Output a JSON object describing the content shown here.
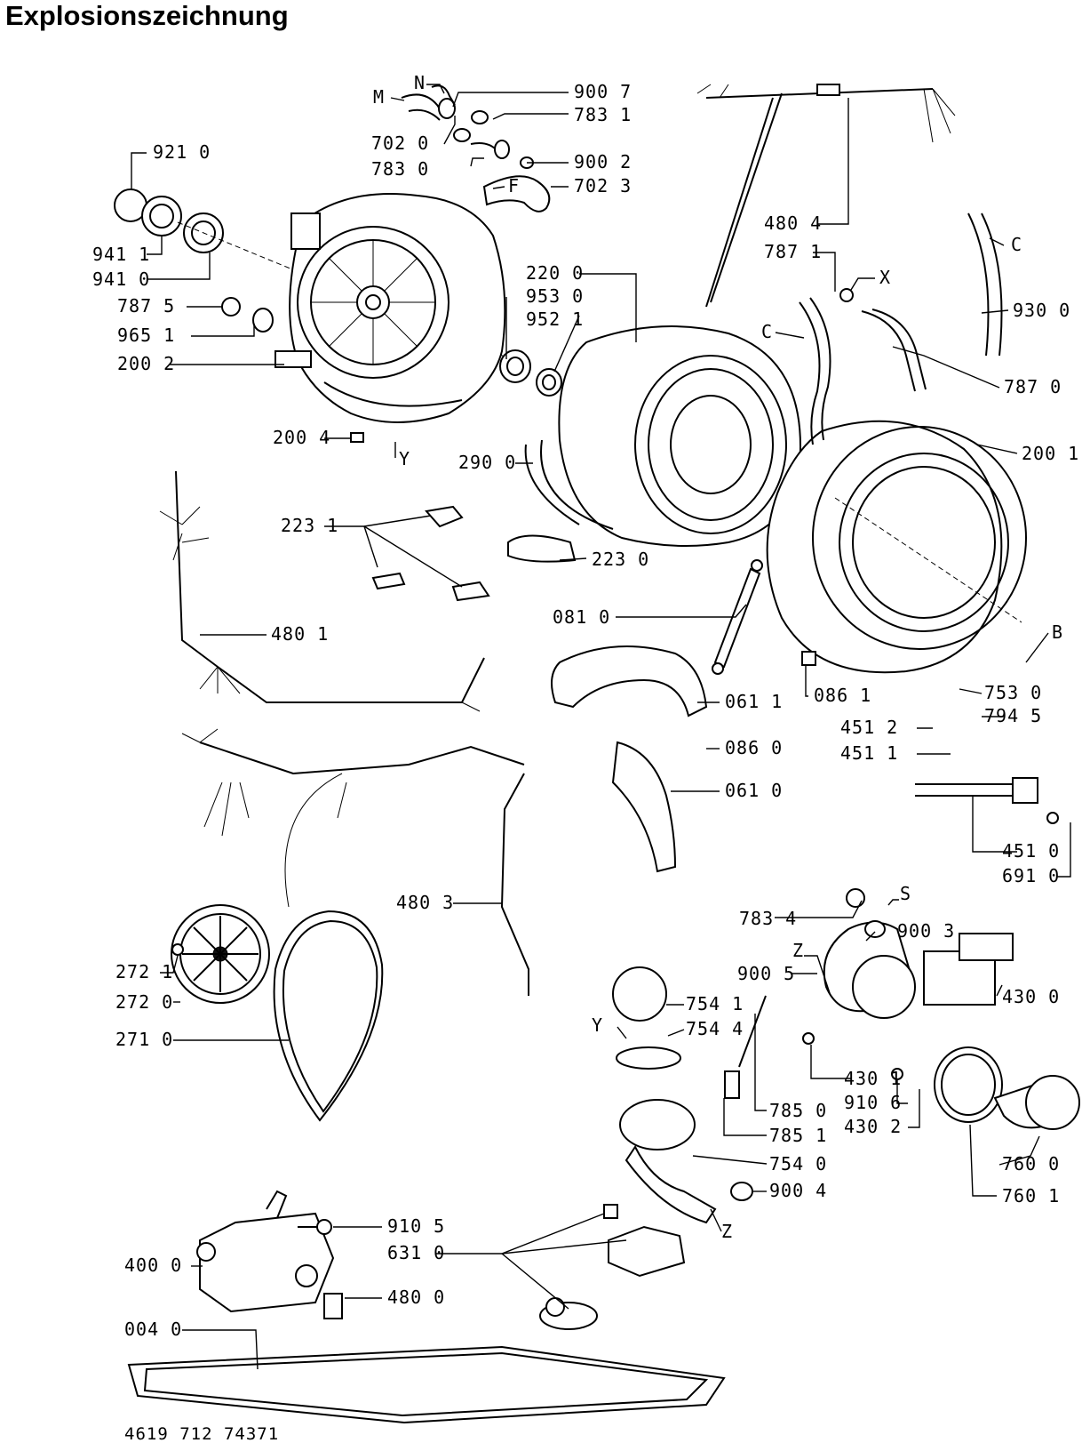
{
  "title": "Explosionszeichnung",
  "footer": "4619 712 74371",
  "callouts": [
    {
      "id": "N",
      "text": "N"
    },
    {
      "id": "M",
      "text": "M"
    },
    {
      "id": "9007",
      "text": "900 7"
    },
    {
      "id": "7831",
      "text": "783 1"
    },
    {
      "id": "7020",
      "text": "702 0"
    },
    {
      "id": "9002",
      "text": "900 2"
    },
    {
      "id": "7830",
      "text": "783 0"
    },
    {
      "id": "F",
      "text": "F"
    },
    {
      "id": "7023",
      "text": "702 3"
    },
    {
      "id": "9210",
      "text": "921 0"
    },
    {
      "id": "9411",
      "text": "941 1"
    },
    {
      "id": "9410",
      "text": "941 0"
    },
    {
      "id": "7875",
      "text": "787 5"
    },
    {
      "id": "9651",
      "text": "965 1"
    },
    {
      "id": "2002",
      "text": "200 2"
    },
    {
      "id": "2004",
      "text": "200 4"
    },
    {
      "id": "Y1",
      "text": "Y"
    },
    {
      "id": "2200",
      "text": "220 0"
    },
    {
      "id": "9530",
      "text": "953 0"
    },
    {
      "id": "9521",
      "text": "952 1"
    },
    {
      "id": "2900",
      "text": "290 0"
    },
    {
      "id": "4804",
      "text": "480 4"
    },
    {
      "id": "7871",
      "text": "787 1"
    },
    {
      "id": "X",
      "text": "X"
    },
    {
      "id": "C1",
      "text": "C"
    },
    {
      "id": "C2",
      "text": "C"
    },
    {
      "id": "9300",
      "text": "930 0"
    },
    {
      "id": "7870",
      "text": "787 0"
    },
    {
      "id": "2001",
      "text": "200 1"
    },
    {
      "id": "2231",
      "text": "223 1"
    },
    {
      "id": "2230",
      "text": "223 0"
    },
    {
      "id": "4801",
      "text": "480 1"
    },
    {
      "id": "0810",
      "text": "081 0"
    },
    {
      "id": "0611",
      "text": "061 1"
    },
    {
      "id": "0861",
      "text": "086 1"
    },
    {
      "id": "B",
      "text": "B"
    },
    {
      "id": "7530",
      "text": "753 0"
    },
    {
      "id": "4512",
      "text": "451 2"
    },
    {
      "id": "7945",
      "text": "794 5"
    },
    {
      "id": "0860",
      "text": "086 0"
    },
    {
      "id": "4511",
      "text": "451 1"
    },
    {
      "id": "0610",
      "text": "061 0"
    },
    {
      "id": "4510",
      "text": "451 0"
    },
    {
      "id": "6910",
      "text": "691 0"
    },
    {
      "id": "4803",
      "text": "480 3"
    },
    {
      "id": "S",
      "text": "S"
    },
    {
      "id": "7834",
      "text": "783 4"
    },
    {
      "id": "9003",
      "text": "900 3"
    },
    {
      "id": "Z1",
      "text": "Z"
    },
    {
      "id": "9005",
      "text": "900 5"
    },
    {
      "id": "4300",
      "text": "430 0"
    },
    {
      "id": "2721",
      "text": "272 1"
    },
    {
      "id": "2720",
      "text": "272 0"
    },
    {
      "id": "7541",
      "text": "754 1"
    },
    {
      "id": "Y2",
      "text": "Y"
    },
    {
      "id": "7544",
      "text": "754 4"
    },
    {
      "id": "2710",
      "text": "271 0"
    },
    {
      "id": "4301",
      "text": "430 1"
    },
    {
      "id": "9106",
      "text": "910 6"
    },
    {
      "id": "4302",
      "text": "430 2"
    },
    {
      "id": "7850",
      "text": "785 0"
    },
    {
      "id": "7851",
      "text": "785 1"
    },
    {
      "id": "7540",
      "text": "754 0"
    },
    {
      "id": "7600",
      "text": "760 0"
    },
    {
      "id": "9004",
      "text": "900 4"
    },
    {
      "id": "7601",
      "text": "760 1"
    },
    {
      "id": "Z2",
      "text": "Z"
    },
    {
      "id": "9105",
      "text": "910 5"
    },
    {
      "id": "6310",
      "text": "631 0"
    },
    {
      "id": "4000",
      "text": "400 0"
    },
    {
      "id": "4800",
      "text": "480 0"
    },
    {
      "id": "0040",
      "text": "004 0"
    }
  ]
}
